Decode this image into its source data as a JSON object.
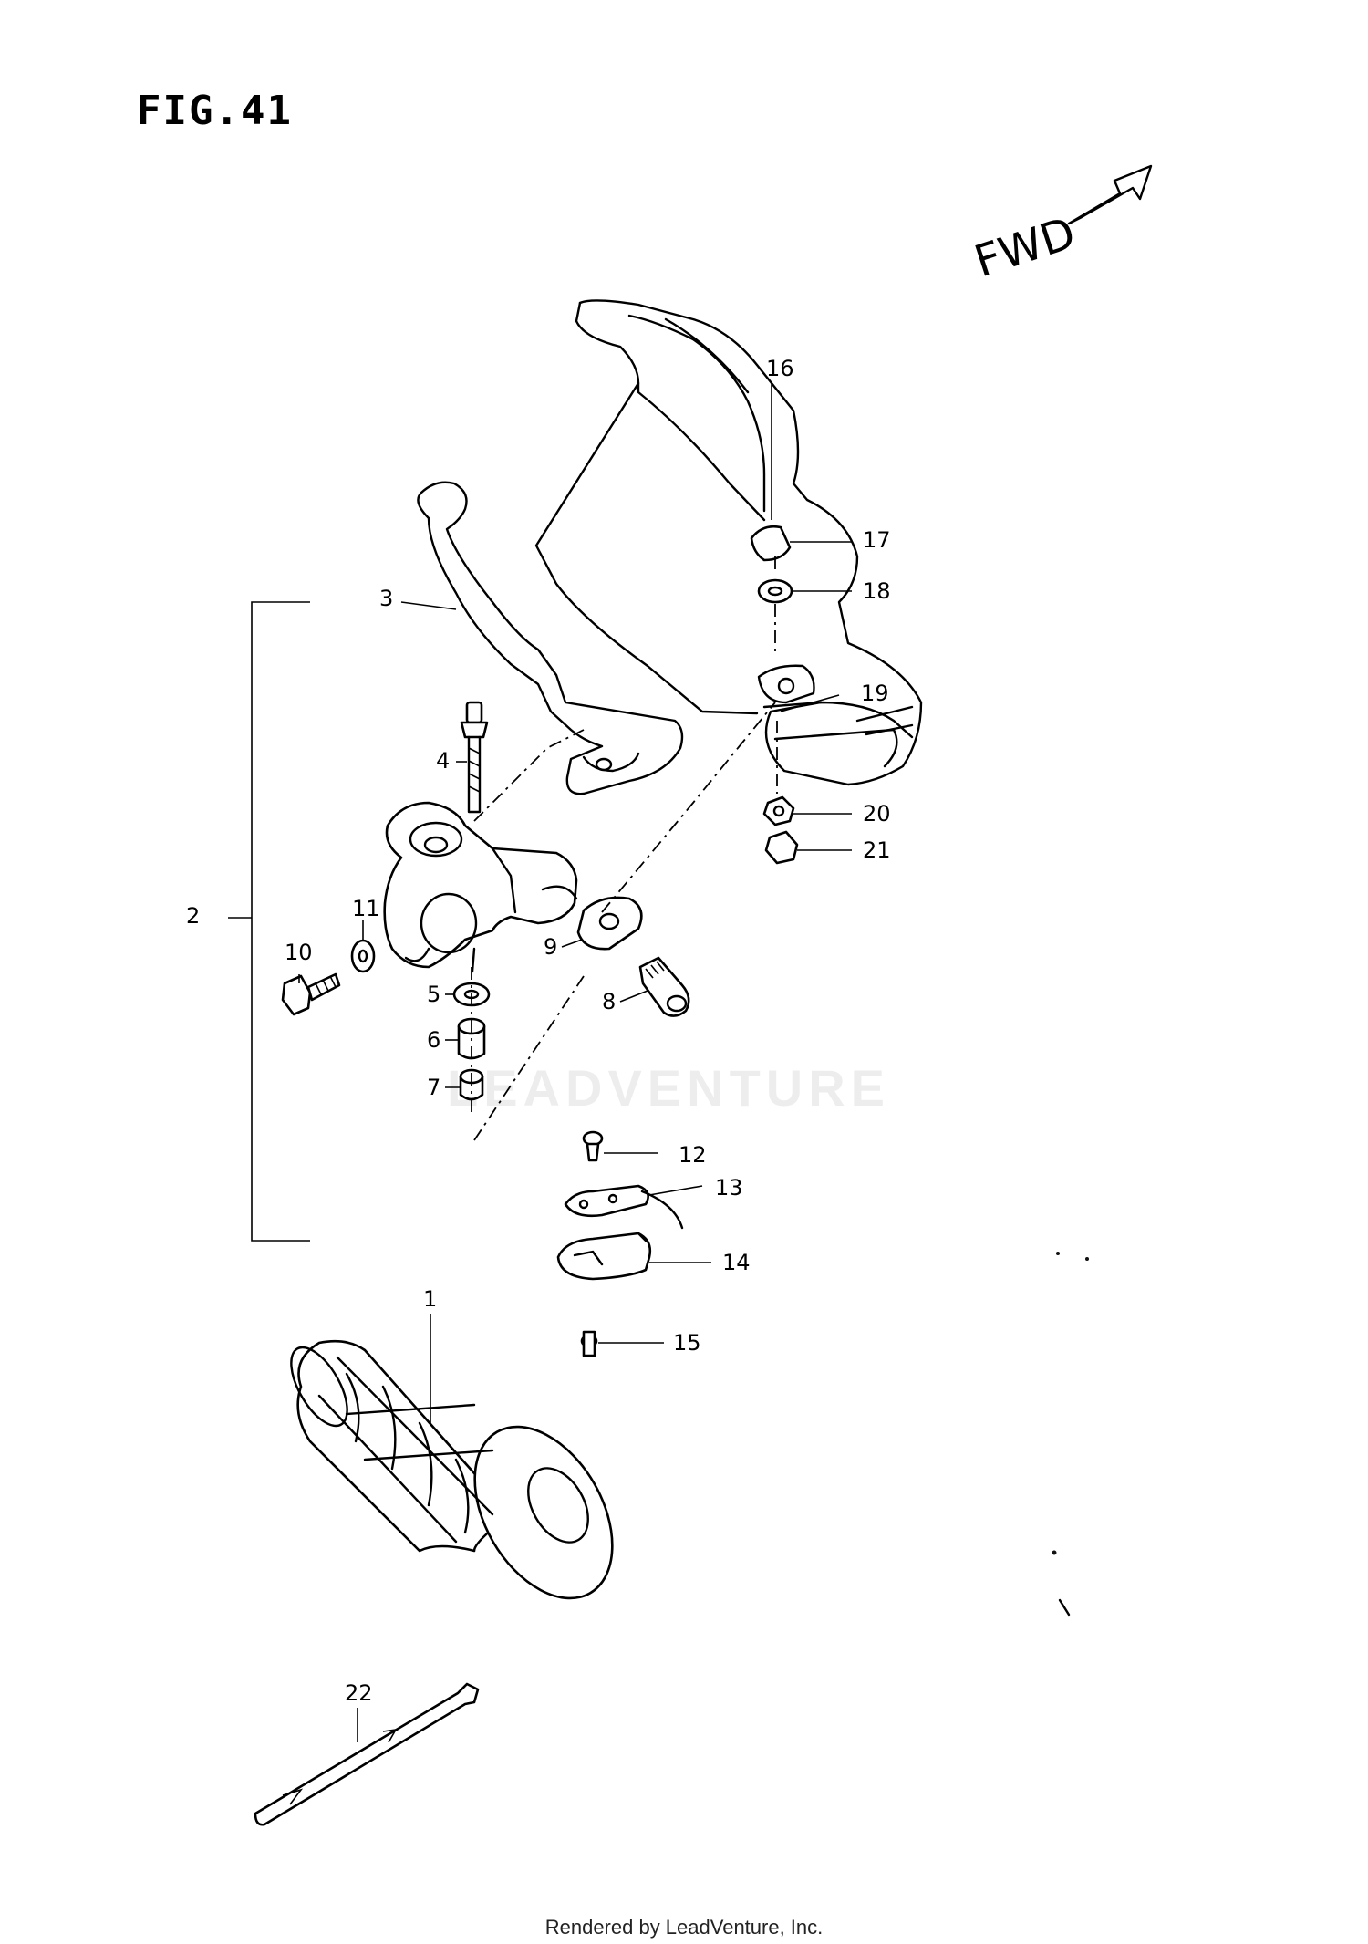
{
  "figure": {
    "title": "FIG.41"
  },
  "direction_label": "FWD",
  "callouts": [
    {
      "id": "1",
      "label": "1"
    },
    {
      "id": "2",
      "label": "2"
    },
    {
      "id": "3",
      "label": "3"
    },
    {
      "id": "4",
      "label": "4"
    },
    {
      "id": "5",
      "label": "5"
    },
    {
      "id": "6",
      "label": "6"
    },
    {
      "id": "7",
      "label": "7"
    },
    {
      "id": "8",
      "label": "8"
    },
    {
      "id": "9",
      "label": "9"
    },
    {
      "id": "10",
      "label": "10"
    },
    {
      "id": "11",
      "label": "11"
    },
    {
      "id": "12",
      "label": "12"
    },
    {
      "id": "13",
      "label": "13"
    },
    {
      "id": "14",
      "label": "14"
    },
    {
      "id": "15",
      "label": "15"
    },
    {
      "id": "16",
      "label": "16"
    },
    {
      "id": "17",
      "label": "17"
    },
    {
      "id": "18",
      "label": "18"
    },
    {
      "id": "19",
      "label": "19"
    },
    {
      "id": "20",
      "label": "20"
    },
    {
      "id": "21",
      "label": "21"
    },
    {
      "id": "22",
      "label": "22"
    }
  ],
  "watermark": "LEADVENTURE",
  "footer": "Rendered by LeadVenture, Inc."
}
